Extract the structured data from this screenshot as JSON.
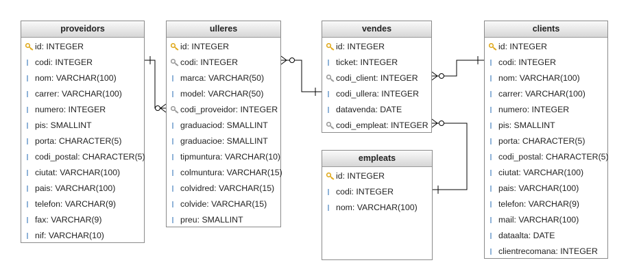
{
  "tables": {
    "proveidors": {
      "title": "proveidors",
      "columns": [
        {
          "text": "id: INTEGER",
          "key": "pk"
        },
        {
          "text": "codi: INTEGER",
          "key": "none"
        },
        {
          "text": "nom: VARCHAR(100)",
          "key": "none"
        },
        {
          "text": "carrer: VARCHAR(100)",
          "key": "none"
        },
        {
          "text": "numero: INTEGER",
          "key": "none"
        },
        {
          "text": "pis: SMALLINT",
          "key": "none"
        },
        {
          "text": "porta: CHARACTER(5)",
          "key": "none"
        },
        {
          "text": "codi_postal: CHARACTER(5)",
          "key": "none"
        },
        {
          "text": "ciutat: VARCHAR(100)",
          "key": "none"
        },
        {
          "text": "pais: VARCHAR(100)",
          "key": "none"
        },
        {
          "text": "telefon: VARCHAR(9)",
          "key": "none"
        },
        {
          "text": "fax: VARCHAR(9)",
          "key": "none"
        },
        {
          "text": "nif: VARCHAR(10)",
          "key": "none"
        }
      ]
    },
    "ulleres": {
      "title": "ulleres",
      "columns": [
        {
          "text": "id: INTEGER",
          "key": "pk"
        },
        {
          "text": "codi: INTEGER",
          "key": "fk"
        },
        {
          "text": "marca: VARCHAR(50)",
          "key": "none"
        },
        {
          "text": "model: VARCHAR(50)",
          "key": "none"
        },
        {
          "text": "codi_proveidor: INTEGER",
          "key": "fk"
        },
        {
          "text": "graduaciod: SMALLINT",
          "key": "none"
        },
        {
          "text": "graduacioe: SMALLINT",
          "key": "none"
        },
        {
          "text": "tipmuntura: VARCHAR(10)",
          "key": "none"
        },
        {
          "text": "colmuntura: VARCHAR(15)",
          "key": "none"
        },
        {
          "text": "colvidred: VARCHAR(15)",
          "key": "none"
        },
        {
          "text": "colvide: VARCHAR(15)",
          "key": "none"
        },
        {
          "text": "preu: SMALLINT",
          "key": "none"
        }
      ]
    },
    "vendes": {
      "title": "vendes",
      "columns": [
        {
          "text": "id: INTEGER",
          "key": "pk"
        },
        {
          "text": "ticket: INTEGER",
          "key": "none"
        },
        {
          "text": "codi_client: INTEGER",
          "key": "fk"
        },
        {
          "text": "codi_ullera: INTEGER",
          "key": "none"
        },
        {
          "text": "datavenda: DATE",
          "key": "none"
        },
        {
          "text": "codi_empleat: INTEGER",
          "key": "fk"
        }
      ]
    },
    "empleats": {
      "title": "empleats",
      "columns": [
        {
          "text": "id: INTEGER",
          "key": "pk"
        },
        {
          "text": "codi: INTEGER",
          "key": "none"
        },
        {
          "text": "nom: VARCHAR(100)",
          "key": "none"
        }
      ]
    },
    "clients": {
      "title": "clients",
      "columns": [
        {
          "text": "id: INTEGER",
          "key": "pk"
        },
        {
          "text": "codi: INTEGER",
          "key": "none"
        },
        {
          "text": "nom: VARCHAR(100)",
          "key": "none"
        },
        {
          "text": "carrer: VARCHAR(100)",
          "key": "none"
        },
        {
          "text": "numero: INTEGER",
          "key": "none"
        },
        {
          "text": "pis: SMALLINT",
          "key": "none"
        },
        {
          "text": "porta: CHARACTER(5)",
          "key": "none"
        },
        {
          "text": "codi_postal: CHARACTER(5)",
          "key": "none"
        },
        {
          "text": "ciutat: VARCHAR(100)",
          "key": "none"
        },
        {
          "text": "pais: VARCHAR(100)",
          "key": "none"
        },
        {
          "text": "telefon: VARCHAR(9)",
          "key": "none"
        },
        {
          "text": "mail: VARCHAR(100)",
          "key": "none"
        },
        {
          "text": "dataalta: DATE",
          "key": "none"
        },
        {
          "text": "clientrecomana: INTEGER",
          "key": "none"
        }
      ]
    }
  },
  "relationships": [
    {
      "from": "proveidors",
      "from_card": "one",
      "to": "ulleres",
      "to_card": "many"
    },
    {
      "from": "ulleres",
      "from_card": "many",
      "to": "vendes",
      "to_card": "one"
    },
    {
      "from": "vendes",
      "from_card": "many",
      "to": "clients",
      "to_card": "one"
    },
    {
      "from": "vendes",
      "from_card": "many",
      "to": "empleats",
      "to_card": "one"
    }
  ],
  "colors": {
    "header_top": "#fafafa",
    "header_bottom": "#d6d6d6",
    "border": "#8a8a8a",
    "pk_key": "#e0a91c",
    "fk_key": "#9a9a9a",
    "column_marker": "#8fb3d8",
    "line": "#000000"
  }
}
